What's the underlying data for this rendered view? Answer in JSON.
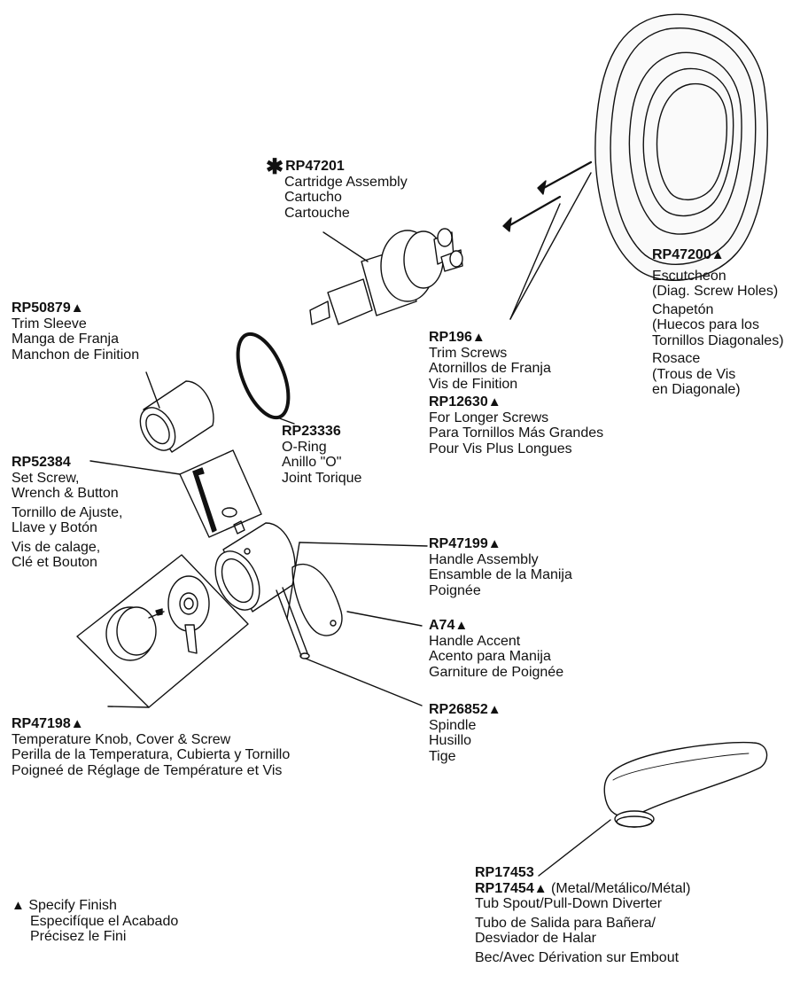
{
  "marks": {
    "star": "✱",
    "triangle": "▲"
  },
  "cartridge": {
    "part": "RP47201",
    "lines": [
      "Cartridge Assembly",
      "Cartucho",
      "Cartouche"
    ]
  },
  "escutcheon": {
    "part": "RP47200",
    "lines": [
      "Escutcheon",
      "(Diag. Screw Holes)",
      "Chapetón",
      "(Huecos para los",
      "Tornillos Diagonales)",
      "Rosace",
      "(Trous de Vis",
      "en Diagonale)"
    ]
  },
  "trim_sleeve": {
    "part": "RP50879",
    "lines": [
      "Trim Sleeve",
      "Manga de Franja",
      "Manchon de Finition"
    ]
  },
  "trim_screws": {
    "part": "RP196",
    "lines": [
      "Trim Screws",
      "Atornillos de Franja",
      "Vis de Finition"
    ]
  },
  "longer_screws": {
    "part": "RP12630",
    "lines": [
      "For Longer Screws",
      "Para Tornillos Más Grandes",
      "Pour Vis Plus Longues"
    ]
  },
  "o_ring": {
    "part": "RP23336",
    "lines": [
      "O-Ring",
      "Anillo \"O\"",
      "Joint Torique"
    ]
  },
  "set_screw": {
    "part": "RP52384",
    "lines": [
      "Set Screw,",
      "Wrench & Button",
      "Tornillo de Ajuste,",
      "Llave y Botón",
      "Vis de calage,",
      "Clé et Bouton"
    ]
  },
  "handle": {
    "part": "RP47199",
    "lines": [
      "Handle Assembly",
      "Ensamble de la Manija",
      "Poignée"
    ]
  },
  "accent": {
    "part": "A74",
    "lines": [
      "Handle Accent",
      "Acento para Manija",
      "Garniture de Poignée"
    ]
  },
  "spindle": {
    "part": "RP26852",
    "lines": [
      "Spindle",
      "Husillo",
      "Tige"
    ]
  },
  "temp_knob": {
    "part": "RP47198",
    "lines": [
      "Temperature Knob, Cover & Screw",
      "Perilla de la Temperatura, Cubierta y Tornillo",
      "Poigneé de Réglage de Température et Vis"
    ]
  },
  "spout": {
    "part1": "RP17453",
    "part2": "RP17454",
    "part2_note": "(Metal/Metálico/Métal)",
    "lines": [
      "Tub Spout/Pull-Down Diverter",
      "Tubo de Salida para Bañera/",
      "Desviador de Halar",
      "Bec/Avec Dérivation sur Embout"
    ]
  },
  "finish_note": {
    "lines": [
      "Specify Finish",
      "Especifíque el Acabado",
      "Précisez le Fini"
    ]
  }
}
